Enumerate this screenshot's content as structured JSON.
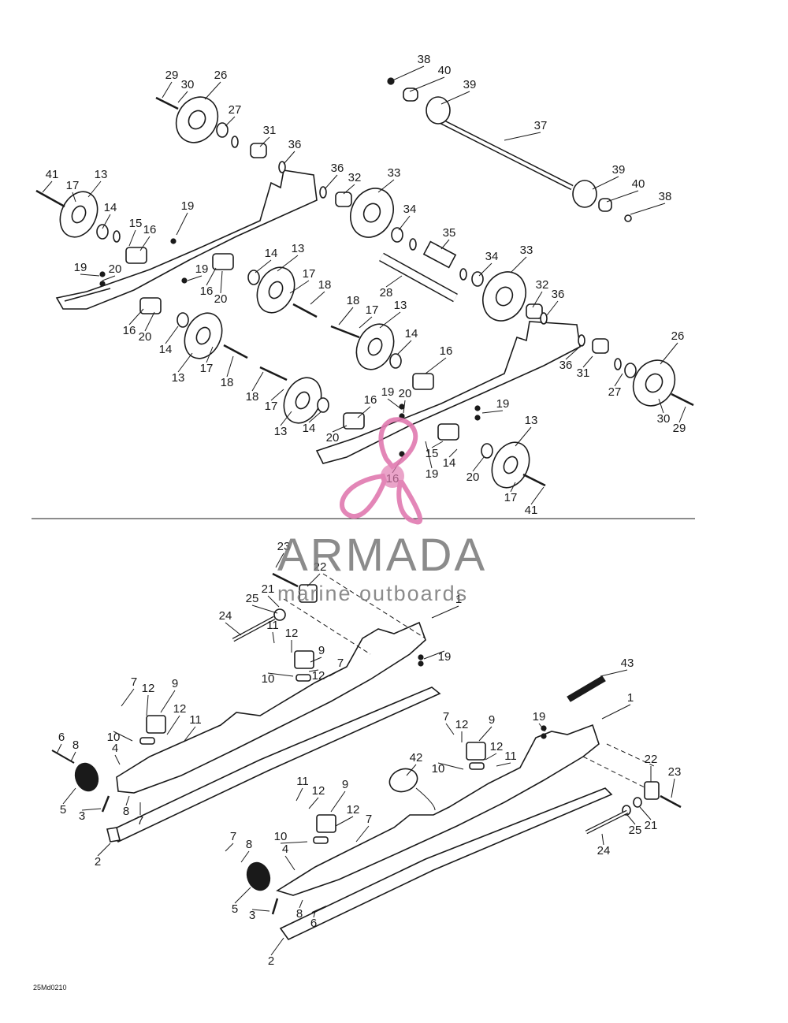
{
  "diagram_code": "25Md0210",
  "watermark": {
    "brand": "ARMADA",
    "tagline": "marine outboards",
    "logo_icon": "propeller-icon",
    "logo_color": "#e07ab0"
  },
  "callouts": {
    "upper": [
      "38",
      "40",
      "39",
      "37",
      "39",
      "40",
      "38",
      "29",
      "30",
      "26",
      "27",
      "31",
      "36",
      "36",
      "32",
      "33",
      "34",
      "35",
      "34",
      "33",
      "32",
      "36",
      "41",
      "17",
      "13",
      "14",
      "15",
      "16",
      "19",
      "19",
      "20",
      "19",
      "16",
      "20",
      "14",
      "13",
      "17",
      "18",
      "28",
      "18",
      "17",
      "13",
      "14",
      "16",
      "16",
      "20",
      "14",
      "13",
      "17",
      "18",
      "18",
      "17",
      "13",
      "14",
      "20",
      "16",
      "19",
      "20",
      "19",
      "16",
      "15",
      "14",
      "20",
      "19",
      "13",
      "17",
      "41",
      "26",
      "31",
      "36",
      "27",
      "30",
      "29"
    ],
    "lower": [
      "23",
      "22",
      "21",
      "25",
      "1",
      "24",
      "11",
      "12",
      "9",
      "7",
      "19",
      "10",
      "12",
      "7",
      "12",
      "9",
      "12",
      "11",
      "10",
      "4",
      "6",
      "8",
      "5",
      "3",
      "8",
      "7",
      "2",
      "43",
      "1",
      "7",
      "12",
      "9",
      "19",
      "12",
      "11",
      "10",
      "42",
      "11",
      "12",
      "9",
      "12",
      "7",
      "10",
      "7",
      "8",
      "4",
      "5",
      "3",
      "8",
      "6",
      "2",
      "22",
      "23",
      "25",
      "21",
      "24"
    ]
  }
}
